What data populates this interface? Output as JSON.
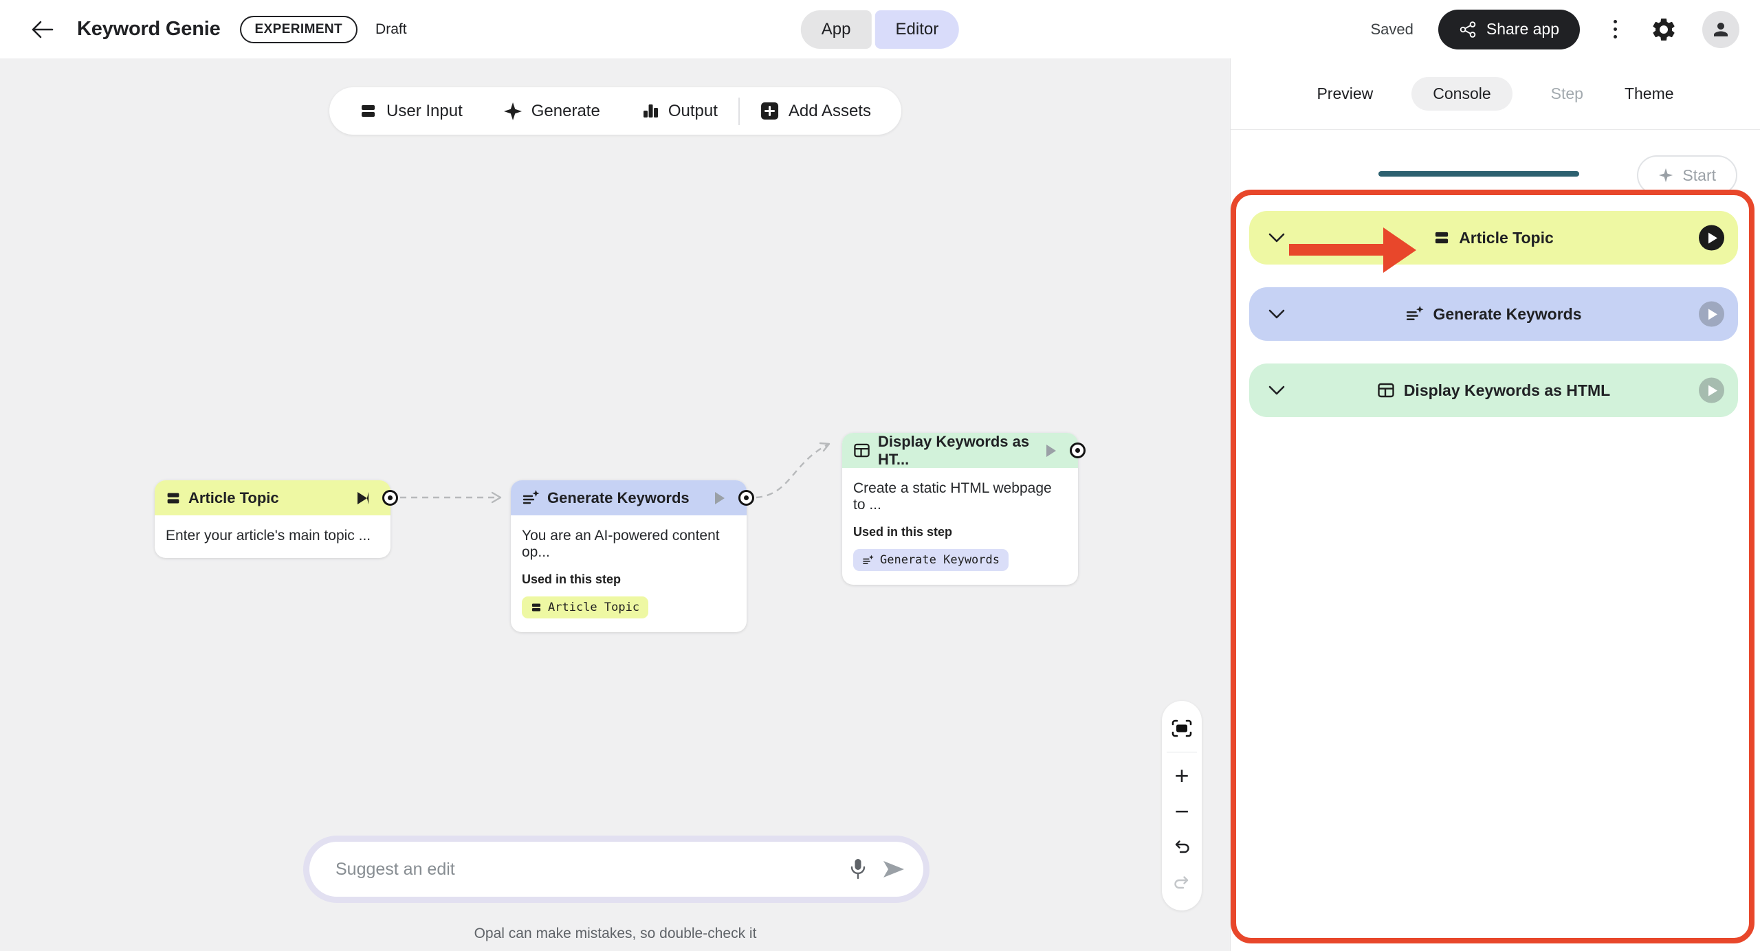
{
  "colors": {
    "canvas_bg": "#f0f0f1",
    "topbar_bg": "#ffffff",
    "panel_bg": "#ffffff",
    "yellow": "#eef8a3",
    "lavender": "#c6d2f4",
    "green": "#d2f2da",
    "chip_lavender": "#dadef8",
    "editor_chip": "#d9dcfa",
    "app_chip": "#e5e5e6",
    "accent_red": "#e8472b",
    "teal": "#2d6170",
    "dark": "#202124"
  },
  "topbar": {
    "title": "Keyword Genie",
    "badge": "EXPERIMENT",
    "status": "Draft",
    "app_tab": "App",
    "editor_tab": "Editor",
    "saved_label": "Saved",
    "share_label": "Share app"
  },
  "toolbar": {
    "user_input": "User Input",
    "generate": "Generate",
    "output": "Output",
    "add_assets": "Add Assets"
  },
  "nodes": [
    {
      "title": "Article Topic",
      "body": "Enter your article's main topic ..."
    },
    {
      "title": "Generate Keywords",
      "body": "You are an AI-powered content op...",
      "used_label": "Used in this step",
      "chip": "Article Topic"
    },
    {
      "title": "Display Keywords as HT...",
      "body": "Create a static HTML webpage to ...",
      "used_label": "Used in this step",
      "chip": "Generate Keywords"
    }
  ],
  "edit_bar": {
    "placeholder": "Suggest an edit"
  },
  "disclaimer": "Opal can make mistakes, so double-check it",
  "panel": {
    "tabs": [
      {
        "label": "Preview"
      },
      {
        "label": "Console"
      },
      {
        "label": "Step"
      },
      {
        "label": "Theme"
      }
    ],
    "start_label": "Start",
    "cards": [
      {
        "title": "Article Topic"
      },
      {
        "title": "Generate Keywords"
      },
      {
        "title": "Display Keywords as HTML"
      }
    ]
  },
  "zoom_controls": {
    "plus": "+",
    "minus": "−"
  }
}
